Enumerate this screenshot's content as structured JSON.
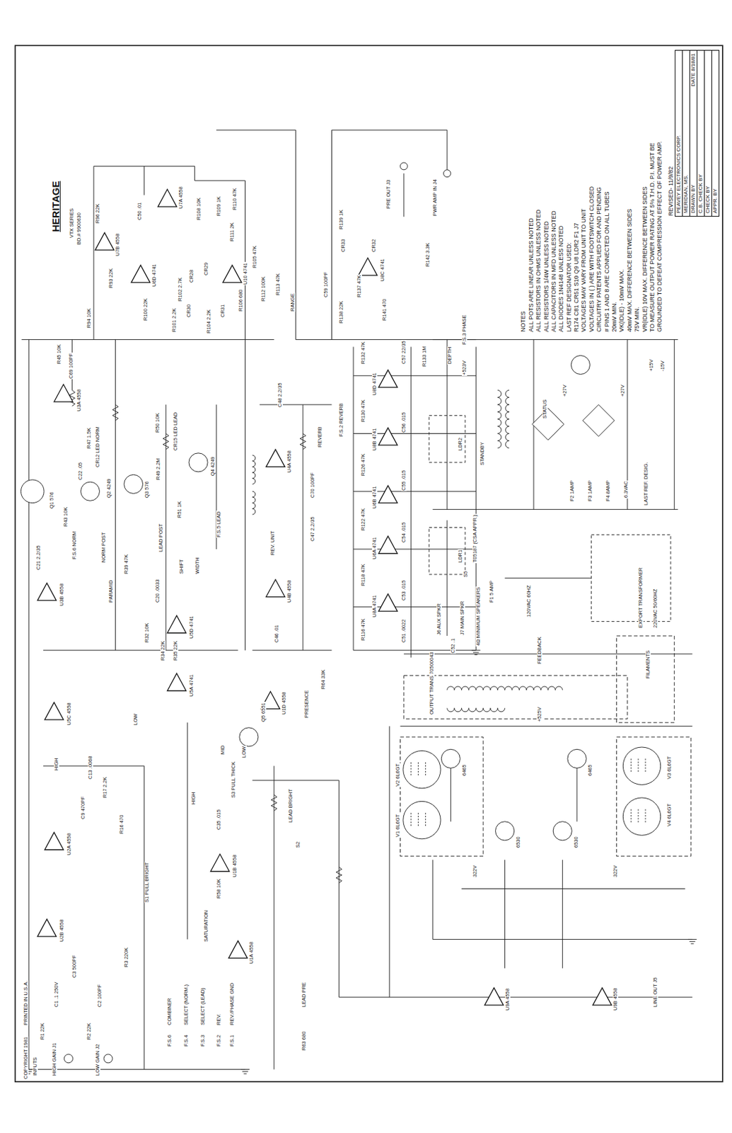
{
  "diagram": {
    "title": "HERITAGE",
    "nodes": [
      {
        "text": [
          "PEAVEY ELECTRONICS CORP.",
          "MERIDIAN, MS.",
          "DRAWN BY",
          "DATE 8/18/81",
          "C.B. CHECK BY",
          "CHECK BY",
          "APPR. BY"
        ]
      }
    ],
    "labels": [
      "VTX SERIES",
      "BD.# 9900630",
      "C50 .01",
      "R96 22K",
      "U7B 4558",
      "U7A 4558",
      "R108 10K",
      "R109 1K",
      "R110 47K",
      "R111 2K",
      "U10 4741",
      "R105 47K",
      "R112 100K",
      "R113 47K",
      "RANGE",
      "R93 22K",
      "R94 10K",
      "U6D 4741",
      "R100 22K",
      "R101 2.2K",
      "R102 2.7K",
      "CR28",
      "CR29",
      "CR30",
      "R104 2.2K",
      "CR31",
      "R106 680",
      "PRE OUT J3",
      "PWR AMP IN J4",
      "R139 1K",
      "CR33",
      "CR32",
      "R142 3.3K",
      "U8C 4741",
      "C59 100PF",
      "R137 47K",
      "R138 22K",
      "R141 470",
      "F.S.3 PHASE",
      "R132 47K",
      "U8D 4741",
      "C57 22/35",
      "R133 1M",
      "DEPTH",
      "R130 47K",
      "U8B 4741",
      "C56 .015",
      "LDR2",
      "R126 47K",
      "U6B 4741",
      "C55 .015",
      "R122 47K",
      "U6A 4741",
      "C54 .015",
      "LDR1",
      "R118 47K",
      "U8A 4741",
      "C53 .015",
      "R116 47K",
      "C51 .0022",
      "C52 .1",
      "F.S.2 REVERB",
      "REVERB",
      "C48 2.2/35",
      "U4A 4558",
      "C70 100PF",
      "C47 2.2/35",
      "REV. UNIT",
      "U4B 4558",
      "C46 .01",
      "Q1 576",
      "R45 10K",
      "C69 100PF",
      "U3A 4558",
      "R47 1.5K",
      "CR12 LED NORM",
      "C22 .05",
      "Q2 4249",
      "Q3 576",
      "R43 10K",
      "R50 10K",
      "CR15 LED LEAD",
      "R49 2.2M",
      "Q4 4249",
      "R51 1K",
      "F.S.5 LEAD",
      "LEAD POST",
      "NORM POST",
      "F.S.6 NORM",
      "C21 2.2/35",
      "U3B 4558",
      "PARAMID",
      "R39 47K",
      "SHIFT",
      "WIDTH",
      "C20 .0033",
      "U5D 4741",
      "R32 10K",
      "R34 22K",
      "R35 22K",
      "U5A 4741",
      "U5C 4558",
      "LOW",
      "HIGH",
      "C13 .0068",
      "R17 2.2K",
      "U2A 4558",
      "C9 470PF",
      "R16 470",
      "U2B 4558",
      "C3 500PF",
      "R1 22K",
      "R2 22K",
      "C1 .1 250V",
      "C2 100PF",
      "HIGH GAIN J1",
      "LOW GAIN J2",
      "INPUTS",
      "R3 220K",
      "S1 PULL BRIGHT",
      "COMBINER",
      "F.S.6",
      "SELECT (NORM.)",
      "F.S.4",
      "SELECT (LEAD)",
      "F.S.3",
      "REV.",
      "F.S.2",
      "REV./PHASE GND",
      "F.S.1",
      "SATURATION",
      "R58 10K",
      "U1B 4558",
      "U1A 4558",
      "S3 PULL THICK",
      "C35 .015",
      "HIGH",
      "MID",
      "LOW",
      "Q5 6551",
      "U1D 4558",
      "PRESENCE",
      "R64 33K",
      "LEAD PRE",
      "LEAD BRIGHT",
      "S2",
      "R63 680",
      "OUTPUT TRANS 70500043",
      "FEEDBACK",
      "FILAMENTS",
      "V1 6L6GT",
      "V2 6L6GT",
      "V3 6L6GT",
      "V4 6L6GT",
      "6465",
      "6465",
      "6530",
      "6530",
      "322V",
      "322V",
      "U9A 4558",
      "U9B 4558",
      "LINE OUT J5",
      "+525V",
      "4Ω MINIMUM SPEAKERS",
      "J6 AUX SPKR",
      "J7 MAIN SPKR",
      "STANDBY",
      "STATUS",
      "+27V",
      "+27V",
      "F2 1AMP",
      "F3 1AMP",
      "F4 8AMP",
      "6.3VAC",
      "LAST REF. DESIG.",
      "+15V",
      "-15V",
      "T05187 (CSA APPR.)",
      "F1 5 AMP",
      "S5",
      "120VAC 60HZ",
      "EXPORT TRANSFORMER",
      "220VAC 50/60HZ",
      "+523V",
      "COPYRIGHT 1981",
      "PRINTED IN U.S.A.",
      "NOTES",
      "ALL POTS ARE LINEAR UNLESS NOTED",
      "ALL RESISTORS IN OHMS UNLESS NOTED",
      "ALL RESISTORS 1/4W UNLESS NOTED",
      "ALL CAPACITORS IN MFD UNLESS NOTED",
      "ALL DIODES 1N4148 UNLESS NOTED",
      "LAST REF DESIGNATOR USED:",
      "R174 C81 CR51 S10 Q9 U8 LDR2 F1 J7",
      "VOLTAGES MAY VARY FROM UNIT TO UNIT",
      "VOLTAGES IN ( ) ARE WITH FOOTSWITCH CLOSED",
      "CIRCUITRY PATENTS APPLIED FOR AND PENDING",
      "# PINS 1 AND 8 ARE CONNECTED ON ALL TUBES",
      "20mV MIN.",
      "VK(IDLE) - 10mV MAX.",
      "40mV MAX. DIFFERENCE BETWEEN SIDES",
      "75V MIN.",
      "VR(IDLE) 10V MAX. DIFFERENCE BETWEEN SIDES",
      "TO MEASURE OUTPUT POWER RATING AT 5% T.H.D. P.I. MUST BE",
      "GROUNDED TO DEFEAT COMPRESSION EFFECT OF POWER AMP.",
      "REVISED- 11/9/82"
    ]
  }
}
